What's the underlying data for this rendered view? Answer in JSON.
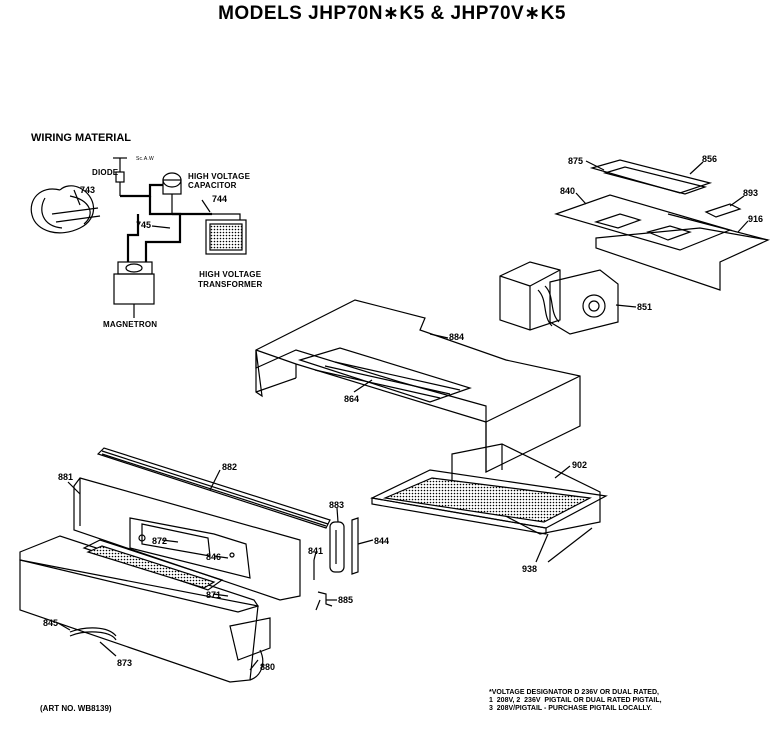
{
  "title": "MODELS JHP70N∗K5 & JHP70V∗K5",
  "wiring_section": {
    "heading": "WIRING MATERIAL",
    "labels": {
      "diode": "DIODE",
      "hv_capacitor": "HIGH VOLTAGE\nCAPACITOR",
      "hv_transformer": "HIGH VOLTAGE\nTRANSFORMER",
      "magnetron": "MAGNETRON",
      "cap_tiny": "Sc.A.W"
    },
    "part_numbers": [
      "743",
      "744",
      "745"
    ]
  },
  "part_numbers": {
    "p875": "875",
    "p856": "856",
    "p840": "840",
    "p893": "893",
    "p916": "916",
    "p851": "851",
    "p884": "884",
    "p864": "864",
    "p902": "902",
    "p881": "881",
    "p882": "882",
    "p883": "883",
    "p872": "872",
    "p846": "846",
    "p844": "844",
    "p841": "841",
    "p871": "871",
    "p885": "885",
    "p938": "938",
    "p845": "845",
    "p873": "873",
    "p880": "880"
  },
  "footnote": "*VOLTAGE DESIGNATOR D 236V OR DUAL RATED,\n1  208V, 2  236V  PIGTAIL OR DUAL RATED PIGTAIL,\n3  208V/PIGTAIL - PURCHASE PIGTAIL LOCALLY.",
  "art_no": "(ART NO. WB8139)"
}
